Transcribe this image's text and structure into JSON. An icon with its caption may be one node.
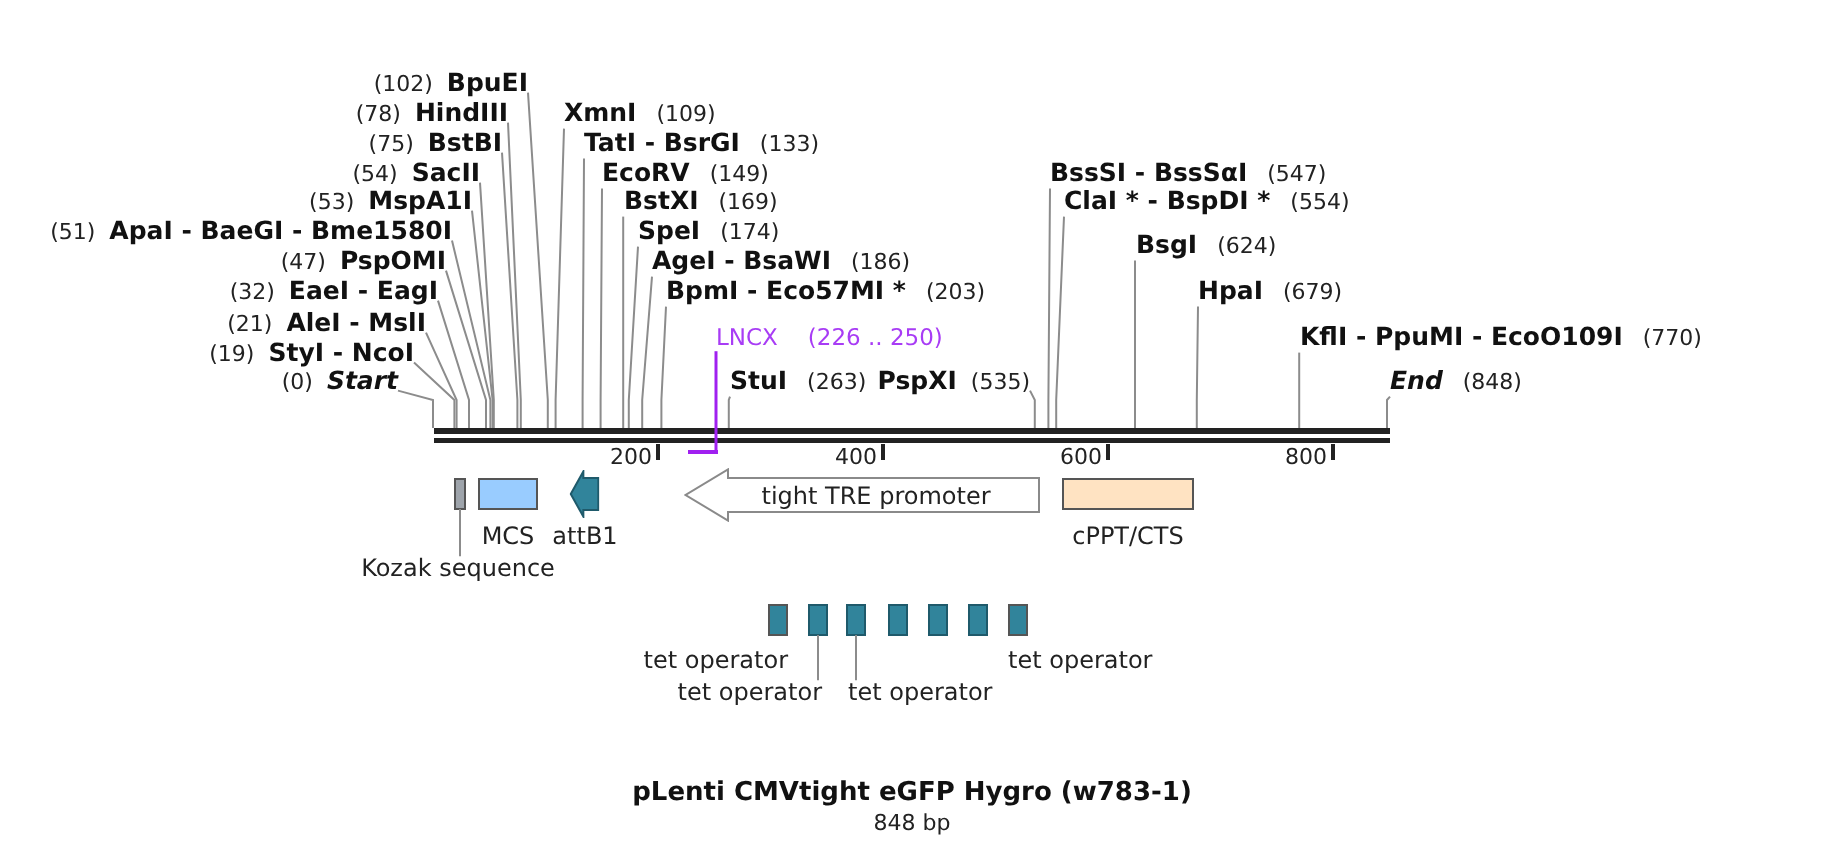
{
  "diagram": {
    "title": "pLenti CMVtight eGFP Hygro (w783-1)",
    "caption": "848 bp",
    "nodes": [
      {
        "text": [
          "(102)",
          "BpuEI"
        ]
      },
      {
        "text": [
          "(78)",
          "HindIII"
        ]
      },
      {
        "text": [
          "XmnI",
          "(109)"
        ]
      },
      {
        "text": [
          "(75)",
          "BstBI"
        ]
      },
      {
        "text": [
          "TatI - BsrGI",
          "(133)"
        ]
      },
      {
        "text": [
          "(54)",
          "SacII"
        ]
      },
      {
        "text": [
          "EcoRV",
          "(149)"
        ]
      },
      {
        "text": [
          "BssSI - BssSαI",
          "(547)"
        ]
      },
      {
        "text": [
          "(53)",
          "MspA1I"
        ]
      },
      {
        "text": [
          "BstXI",
          "(169)"
        ]
      },
      {
        "text": [
          "ClaI * - BspDI *",
          "(554)"
        ]
      },
      {
        "text": [
          "(51)",
          "ApaI - BaeGI - Bme1580I"
        ]
      },
      {
        "text": [
          "SpeI",
          "(174)"
        ]
      },
      {
        "text": [
          "BsgI",
          "(624)"
        ]
      },
      {
        "text": [
          "(47)",
          "PspOMI"
        ]
      },
      {
        "text": [
          "AgeI - BsaWI",
          "(186)"
        ]
      },
      {
        "text": [
          "(32)",
          "EaeI - EagI"
        ]
      },
      {
        "text": [
          "BpmI - Eco57MI *",
          "(203)"
        ]
      },
      {
        "text": [
          "HpaI",
          "(679)"
        ]
      },
      {
        "text": [
          "(21)",
          "AleI - MslI"
        ]
      },
      {
        "text": [
          "LNCX",
          "(226 .. 250)"
        ]
      },
      {
        "text": [
          "KflI - PpuMI - EcoO109I",
          "(770)"
        ]
      },
      {
        "text": [
          "(19)",
          "StyI - NcoI"
        ]
      },
      {
        "text": [
          "(0)",
          "Start"
        ]
      },
      {
        "text": [
          "StuI",
          "(263)"
        ]
      },
      {
        "text": [
          "PspXI",
          "(535)"
        ]
      },
      {
        "text": [
          "End",
          "(848)"
        ]
      },
      {
        "text": [],
        "shape": "bar"
      },
      {
        "text": [],
        "shape": "bar"
      },
      {
        "text": [],
        "shape": "box"
      },
      {
        "text": [
          "MCS"
        ]
      },
      {
        "text": [
          "attB1"
        ]
      },
      {
        "text": [
          "tight TRE promoter"
        ]
      },
      {
        "text": [
          "cPPT/CTS"
        ]
      },
      {
        "text": [
          "Kozak sequence"
        ]
      },
      {
        "text": [
          "tet operator"
        ]
      },
      {
        "text": [],
        "shape": "box"
      },
      {
        "text": [],
        "shape": "box"
      },
      {
        "text": [],
        "shape": "box"
      },
      {
        "text": [],
        "shape": "box"
      },
      {
        "text": [],
        "shape": "box"
      },
      {
        "text": [
          "tet operator"
        ]
      },
      {
        "text": [
          "tet operator"
        ]
      },
      {
        "text": [
          "tet operator"
        ]
      }
    ],
    "edges": [
      {
        "from": 0,
        "to": 27,
        "arrow": "none"
      },
      {
        "from": 1,
        "to": 27,
        "arrow": "none"
      },
      {
        "from": 2,
        "to": 27,
        "arrow": "none"
      },
      {
        "from": 3,
        "to": 27,
        "arrow": "none"
      },
      {
        "from": 4,
        "to": 27,
        "arrow": "none"
      },
      {
        "from": 5,
        "to": 27,
        "arrow": "none"
      },
      {
        "from": 6,
        "to": 27,
        "arrow": "none"
      },
      {
        "from": 7,
        "to": 27,
        "arrow": "none"
      },
      {
        "from": 8,
        "to": 27,
        "arrow": "none"
      },
      {
        "from": 9,
        "to": 27,
        "arrow": "none"
      },
      {
        "from": 10,
        "to": 27,
        "arrow": "none"
      },
      {
        "from": 11,
        "to": 27,
        "arrow": "none"
      },
      {
        "from": 12,
        "to": 27,
        "arrow": "none"
      },
      {
        "from": 13,
        "to": 27,
        "arrow": "none"
      },
      {
        "from": 14,
        "to": 27,
        "arrow": "none"
      },
      {
        "from": 15,
        "to": 27,
        "arrow": "none"
      },
      {
        "from": 16,
        "to": 27,
        "arrow": "none"
      },
      {
        "from": 17,
        "to": 27,
        "arrow": "none"
      },
      {
        "from": 18,
        "to": 27,
        "arrow": "none"
      },
      {
        "from": 19,
        "to": 27,
        "arrow": "none"
      },
      {
        "from": 20,
        "to": 28,
        "arrow": "none",
        "color": "#a020f0"
      },
      {
        "from": 21,
        "to": 27,
        "arrow": "none"
      },
      {
        "from": 22,
        "to": 27,
        "arrow": "none"
      },
      {
        "from": 23,
        "to": 27,
        "arrow": "none"
      },
      {
        "from": 24,
        "to": 27,
        "arrow": "none"
      },
      {
        "from": 25,
        "to": 27,
        "arrow": "none"
      },
      {
        "from": 26,
        "to": 27,
        "arrow": "none"
      },
      {
        "from": 34,
        "to": 29,
        "arrow": "none"
      },
      {
        "from": 42,
        "to": 36,
        "arrow": "none"
      },
      {
        "from": 43,
        "to": 37,
        "arrow": "none"
      }
    ],
    "labels": [
      "200",
      "400",
      "600",
      "800"
    ]
  }
}
